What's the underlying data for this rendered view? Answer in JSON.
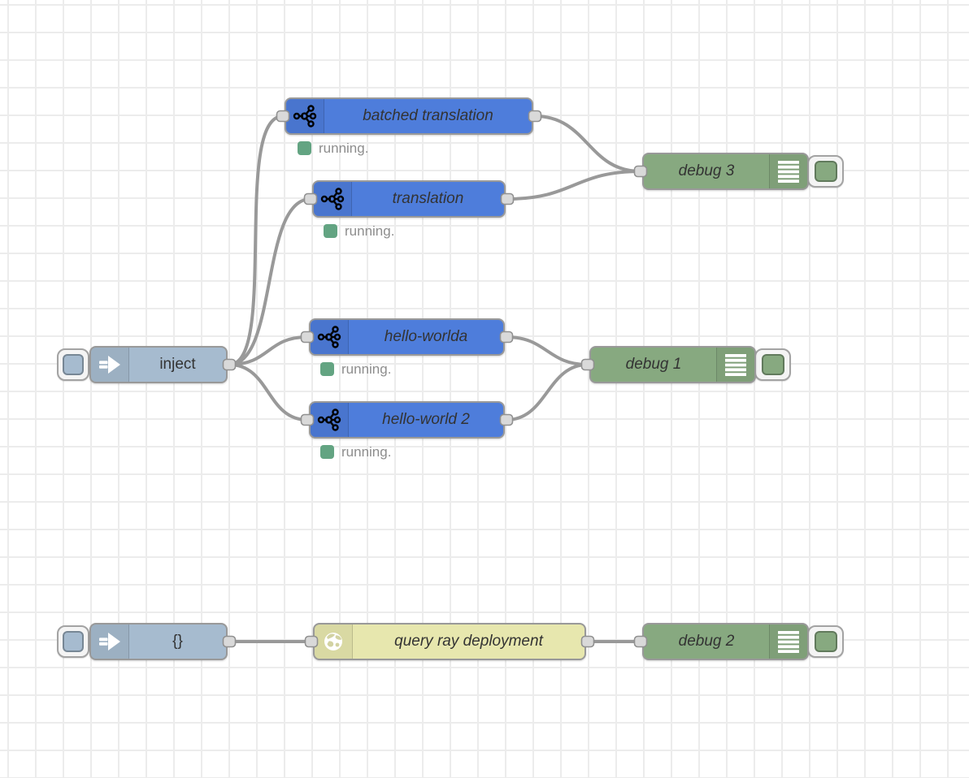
{
  "app": {
    "name": "flow-editor-canvas",
    "description": "Node-RED style flow editor workspace"
  },
  "colors": {
    "canvas_bg": "#ffffff",
    "grid_line": "#ececec",
    "wire": "#999999",
    "function_node": "#4e7ddb",
    "inject_node": "#a6bbcf",
    "debug_node": "#87a980",
    "http_request_node": "#e7e7ae",
    "status_dot_green": "#63a482",
    "node_label_text": "#333333",
    "status_text": "#8d8d8d",
    "port_fill": "#d9d9d9",
    "node_border": "#999999"
  },
  "nodes": {
    "inject": {
      "label": "inject",
      "type": "inject",
      "icon": "inject-arrow-icon",
      "has_button": true
    },
    "batched_translation": {
      "label": "batched translation",
      "type": "function",
      "icon": "function-network-icon",
      "status": "running."
    },
    "translation": {
      "label": "translation",
      "type": "function",
      "icon": "function-network-icon",
      "status": "running."
    },
    "hello_worlda": {
      "label": "hello-worlda",
      "type": "function",
      "icon": "function-network-icon",
      "status": "running."
    },
    "hello_world_2": {
      "label": "hello-world 2",
      "type": "function",
      "icon": "function-network-icon",
      "status": "running."
    },
    "debug_3": {
      "label": "debug 3",
      "type": "debug",
      "icon": "debug-lines-icon",
      "has_toggle": true
    },
    "debug_1": {
      "label": "debug 1",
      "type": "debug",
      "icon": "debug-lines-icon",
      "has_toggle": true
    },
    "inject_empty_payload": {
      "label": "{}",
      "type": "inject",
      "icon": "inject-arrow-icon",
      "has_button": true
    },
    "query_ray_deployment": {
      "label": "query ray deployment",
      "type": "http request",
      "icon": "globe-icon"
    },
    "debug_2": {
      "label": "debug 2",
      "type": "debug",
      "icon": "debug-lines-icon",
      "has_toggle": true
    }
  },
  "connections": [
    {
      "from": "inject",
      "to": "batched_translation"
    },
    {
      "from": "inject",
      "to": "translation"
    },
    {
      "from": "inject",
      "to": "hello_worlda"
    },
    {
      "from": "inject",
      "to": "hello_world_2"
    },
    {
      "from": "batched_translation",
      "to": "debug_3"
    },
    {
      "from": "translation",
      "to": "debug_3"
    },
    {
      "from": "hello_worlda",
      "to": "debug_1"
    },
    {
      "from": "hello_world_2",
      "to": "debug_1"
    },
    {
      "from": "inject_empty_payload",
      "to": "query_ray_deployment"
    },
    {
      "from": "query_ray_deployment",
      "to": "debug_2"
    }
  ]
}
